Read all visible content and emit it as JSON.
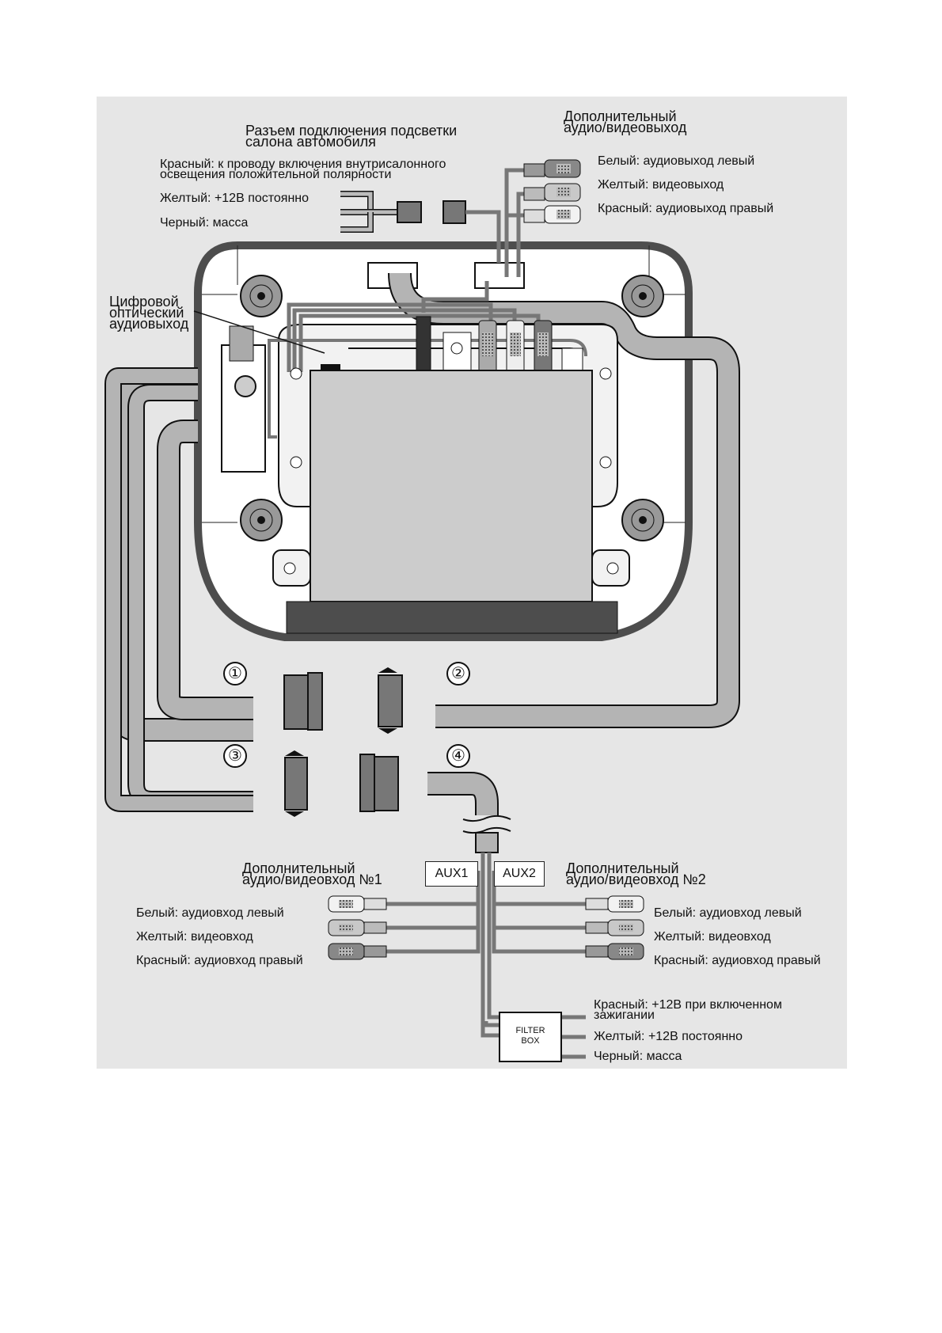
{
  "backlight_connector": {
    "title_line1": "Разъем подключения подсветки",
    "title_line2": "салона автомобиля",
    "red_line1": "Красный: к проводу включения внутрисалонного",
    "red_line2": "освещения положительной полярности",
    "yellow": "Желтый: +12В постоянно",
    "black": "Черный: масса"
  },
  "av_output": {
    "title_line1": "Дополнительный",
    "title_line2": "аудио/видеовыход",
    "white": "Белый: аудиовыход левый",
    "yellow": "Желтый: видеовыход",
    "red": "Красный: аудиовыход правый"
  },
  "optical_output": {
    "line1": "Цифровой",
    "line2": "оптический",
    "line3": "аудиовыход"
  },
  "connectors": [
    "①",
    "②",
    "③",
    "④"
  ],
  "av_input_1": {
    "title_line1": "Дополнительный",
    "title_line2": "аудио/видеовход №1",
    "tag": "AUX1",
    "white": "Белый: аудиовход левый",
    "yellow": "Желтый: видеовход",
    "red": "Красный: аудиовход правый"
  },
  "av_input_2": {
    "title_line1": "Дополнительный",
    "title_line2": "аудио/видеовход №2",
    "tag": "AUX2",
    "white": "Белый: аудиовход левый",
    "yellow": "Желтый: видеовход",
    "red": "Красный: аудиовход правый"
  },
  "power": {
    "filter_line1": "FILTER",
    "filter_line2": "BOX",
    "red_line1": "Красный: +12В при включенном",
    "red_line2": "зажигании",
    "yellow": "Желтый: +12В постоянно",
    "black": "Черный: масса"
  },
  "colors": {
    "cable": "#b4b4b4",
    "dark": "#4a4a4a",
    "unit": "#cccccc",
    "bezel": "#4d4d4d",
    "plug_white": "#f2f2f2",
    "plug_yellow": "#c8c8c8",
    "plug_red": "#888888"
  }
}
